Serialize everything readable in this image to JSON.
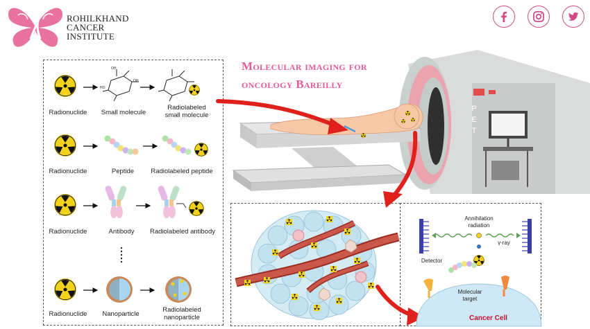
{
  "brand": {
    "line1": "ROHILKHAND",
    "line2": "CANCER",
    "line3": "INSTITUTE"
  },
  "social": [
    {
      "icon": "facebook-icon",
      "glyph": "f"
    },
    {
      "icon": "instagram-icon"
    },
    {
      "icon": "twitter-icon"
    }
  ],
  "title": {
    "line1": "Molecular imaging for",
    "line2": "oncology Bareilly"
  },
  "rows": [
    {
      "source": "Radionuclide",
      "middle": "Small molecule",
      "result_line1": "Radiolabeled",
      "result_line2": "small molecule"
    },
    {
      "source": "Radionuclide",
      "middle": "Peptide",
      "result_line1": "Radiolabeled peptide",
      "result_line2": ""
    },
    {
      "source": "Radionuclide",
      "middle": "Antibody",
      "result_line1": "Radiolabeled antibody",
      "result_line2": ""
    },
    {
      "source": "Radionuclide",
      "middle": "Nanoparticle",
      "result_line1": "Radiolabeled",
      "result_line2": "nanoparticle"
    }
  ],
  "scanner": {
    "label_letters": [
      "P",
      "E",
      "T"
    ]
  },
  "cell_diagram": {
    "annihilation": "Annihilation",
    "radiation": "radiation",
    "gamma": "γ-ray",
    "detector": "Detector",
    "molecular": "Molecular",
    "target": "target",
    "cancer_cell": "Cancer Cell"
  },
  "colors": {
    "brand_pink": "#e75b9a",
    "arrow_red": "#e0201b",
    "hazard_yellow": "#f3d21c"
  }
}
